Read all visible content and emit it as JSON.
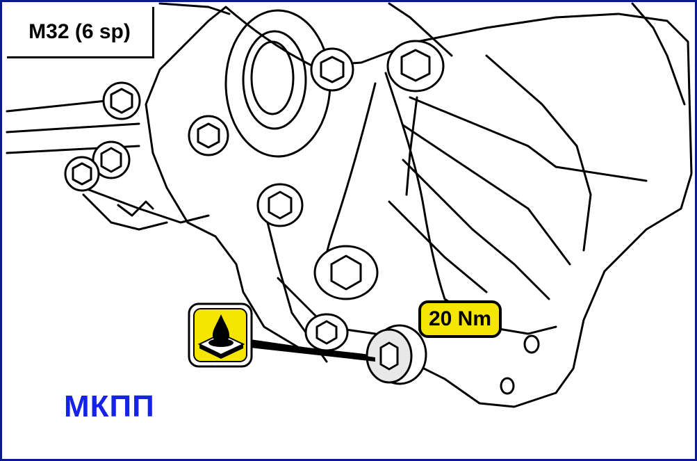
{
  "model_label": "M32 (6 sp)",
  "torque_label": "20 Nm",
  "caption": "МКПП",
  "icons": {
    "sealant": "sealant-drop-icon"
  },
  "colors": {
    "frame_border": "#0b1a8c",
    "torque_fill": "#f4e600",
    "caption_text": "#1523e6",
    "line": "#000000"
  }
}
